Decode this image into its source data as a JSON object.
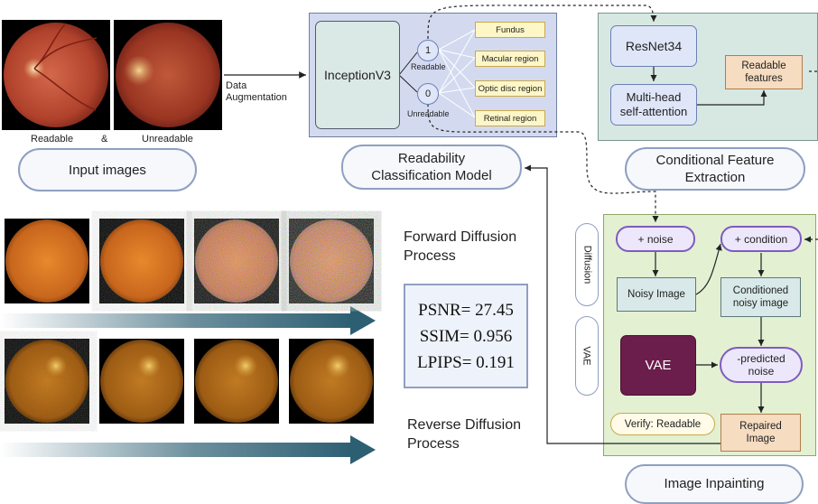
{
  "input": {
    "label_readable": "Readable",
    "label_and": "&",
    "label_unreadable": "Unreadable",
    "pill": "Input images",
    "augmentation_line1": "Data",
    "augmentation_line2": "Augmentation"
  },
  "classification": {
    "backbone": "InceptionV3",
    "node_1": "1",
    "node_0": "0",
    "label_readable": "Readable",
    "label_unreadable": "Unreadable",
    "regions": [
      "Fundus",
      "Macular region",
      "Optic disc region",
      "Retinal region"
    ],
    "pill_line1": "Readability",
    "pill_line2": "Classification Model"
  },
  "feature_extraction": {
    "resnet": "ResNet34",
    "attention_line1": "Multi-head",
    "attention_line2": "self-attention",
    "features_line1": "Readable",
    "features_line2": "features",
    "pill_line1": "Conditional Feature",
    "pill_line2": "Extraction"
  },
  "diffusion": {
    "forward_line1": "Forward Diffusion",
    "forward_line2": "Process",
    "reverse_line1": "Reverse Diffusion",
    "reverse_line2": "Process",
    "metrics": {
      "psnr": "PSNR= 27.45",
      "ssim": "SSIM= 0.956",
      "lpips": "LPIPS= 0.191"
    }
  },
  "inpainting": {
    "side_diffusion": "Diffusion",
    "side_vae": "VAE",
    "noise": "+ noise",
    "condition": "+ condition",
    "noisy_image": "Noisy Image",
    "conditioned_line1": "Conditioned",
    "conditioned_line2": "noisy image",
    "vae": "VAE",
    "predicted_line1": "-predicted",
    "predicted_line2": "noise",
    "verify": "Verify: Readable",
    "repaired_line1": "Repaired",
    "repaired_line2": "Image",
    "pill": "Image Inpainting"
  },
  "colors": {
    "classification_bg": "#d3daf0",
    "feature_bg": "#d7e8e3",
    "inpainting_bg": "#e3f0d2",
    "arrow_teal": "#2d5f73",
    "vae_bg": "#6b1d4c"
  }
}
